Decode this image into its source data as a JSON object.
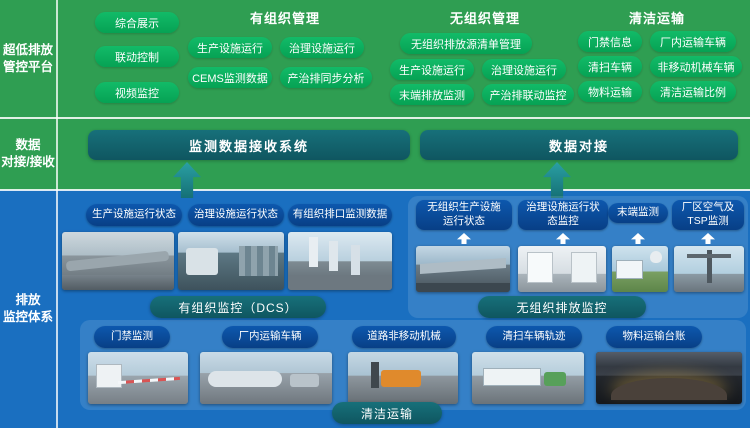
{
  "colors": {
    "green_background": "#2f9e52",
    "green_button": "#0aae5e",
    "teal_bar": "#13636d",
    "blue_background": "#1a6fc0",
    "blue_chip": "#0a4da0",
    "arrow_teal": "#1d8b8e",
    "white": "#ffffff"
  },
  "sidebar": {
    "items": [
      {
        "label": "超低排放\n管控平台"
      },
      {
        "label": "数据\n对接/接收"
      },
      {
        "label": "排放\n监控体系"
      }
    ]
  },
  "top": {
    "quick_buttons": [
      {
        "label": "综合展示"
      },
      {
        "label": "联动控制"
      },
      {
        "label": "视频监控"
      }
    ],
    "groups": [
      {
        "title": "有组织管理",
        "buttons": [
          {
            "label": "生产设施运行"
          },
          {
            "label": "治理设施运行"
          },
          {
            "label": "CEMS监测数据"
          },
          {
            "label": "产治排同步分析"
          }
        ]
      },
      {
        "title": "无组织管理",
        "buttons": [
          {
            "label": "无组织排放源清单管理"
          },
          {
            "label": "生产设施运行"
          },
          {
            "label": "治理设施运行"
          },
          {
            "label": "末端排放监测"
          },
          {
            "label": "产治排联动监控"
          }
        ]
      },
      {
        "title": "清洁运输",
        "buttons": [
          {
            "label": "门禁信息"
          },
          {
            "label": "厂内运输车辆"
          },
          {
            "label": "清扫车辆"
          },
          {
            "label": "非移动机械车辆"
          },
          {
            "label": "物料运输"
          },
          {
            "label": "清洁运输比例"
          }
        ]
      }
    ]
  },
  "data_layer": {
    "receive_bar": "监测数据接收系统",
    "docking_bar": "数据对接"
  },
  "monitoring": {
    "organized": {
      "cards": [
        {
          "label": "生产设施运行状态"
        },
        {
          "label": "治理设施运行状态"
        },
        {
          "label": "有组织排口监测数据"
        }
      ],
      "footer": "有组织监控（DCS）"
    },
    "unorganized": {
      "cards": [
        {
          "label": "无组织生产设施\n运行状态"
        },
        {
          "label": "治理设施运行状\n态监控"
        },
        {
          "label": "末端监测"
        },
        {
          "label": "厂区空气及\nTSP监测"
        }
      ],
      "footer": "无组织排放监控"
    },
    "transport": {
      "cards": [
        {
          "label": "门禁监测"
        },
        {
          "label": "厂内运输车辆"
        },
        {
          "label": "道路非移动机械"
        },
        {
          "label": "清扫车辆轨迹"
        },
        {
          "label": "物料运输台账"
        }
      ],
      "footer": "清洁运输"
    }
  }
}
